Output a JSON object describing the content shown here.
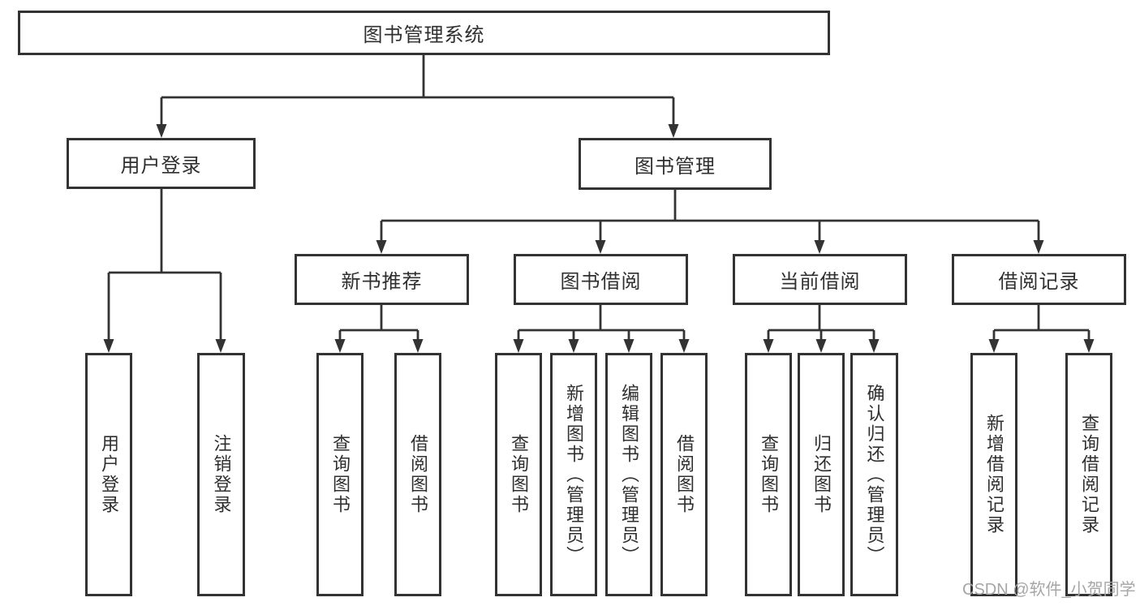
{
  "colors": {
    "line": "#333333",
    "box_border": "#333333",
    "text": "#2f2f2f",
    "watermark": "#a6a6a6",
    "background": "#ffffff"
  },
  "watermark": "CSDN @软件_小贺同学",
  "tree": {
    "root": {
      "label": "图书管理系统"
    },
    "children": [
      {
        "label": "用户登录",
        "children": [
          {
            "label": "用户登录"
          },
          {
            "label": "注销登录"
          }
        ]
      },
      {
        "label": "图书管理",
        "children": [
          {
            "label": "新书推荐",
            "children": [
              {
                "label": "查询图书"
              },
              {
                "label": "借阅图书"
              }
            ]
          },
          {
            "label": "图书借阅",
            "children": [
              {
                "label": "查询图书"
              },
              {
                "label": "新增图书（管理员）"
              },
              {
                "label": "编辑图书（管理员）"
              },
              {
                "label": "借阅图书"
              }
            ]
          },
          {
            "label": "当前借阅",
            "children": [
              {
                "label": "查询图书"
              },
              {
                "label": "归还图书"
              },
              {
                "label": "确认归还（管理员）"
              }
            ]
          },
          {
            "label": "借阅记录",
            "children": [
              {
                "label": "新增借阅记录"
              },
              {
                "label": "查询借阅记录"
              }
            ]
          }
        ]
      }
    ]
  }
}
